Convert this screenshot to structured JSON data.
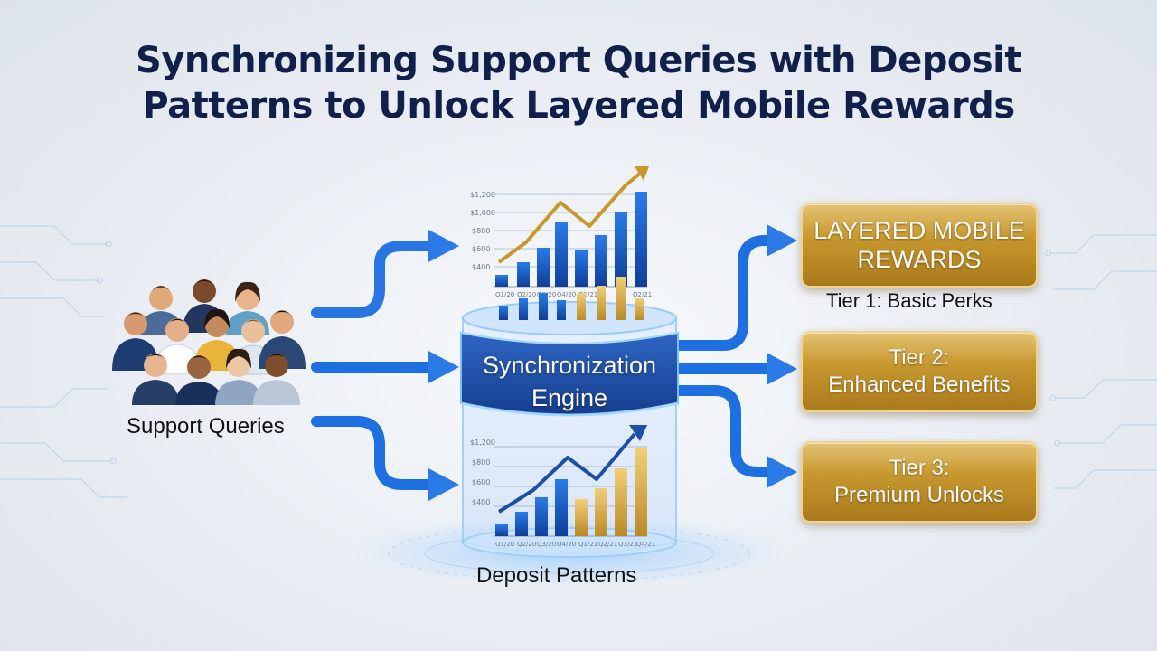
{
  "title": {
    "line1": "Synchronizing Support Queries with Deposit",
    "line2": "Patterns to Unlock Layered Mobile Rewards"
  },
  "source": {
    "label": "Support Queries"
  },
  "engine": {
    "line1": "Synchronization",
    "line2": "Engine"
  },
  "deposit": {
    "label": "Deposit Patterns"
  },
  "rewards": {
    "header_line1": "LAYERED MOBILE",
    "header_line2": "REWARDS",
    "tier1": "Tier 1: Basic Perks",
    "tier2_line1": "Tier 2:",
    "tier2_line2": "Enhanced Benefits",
    "tier3_line1": "Tier 3:",
    "tier3_line2": "Premium Unlocks"
  },
  "colors": {
    "title": "#10204a",
    "flow_blue": "#1e6fe0",
    "engine_blue": "#1d4fa8",
    "gold": "#c8982f"
  },
  "icons": [
    "people-group-icon",
    "bar-chart-icon",
    "trend-arrow-icon",
    "flow-arrow-icon"
  ]
}
